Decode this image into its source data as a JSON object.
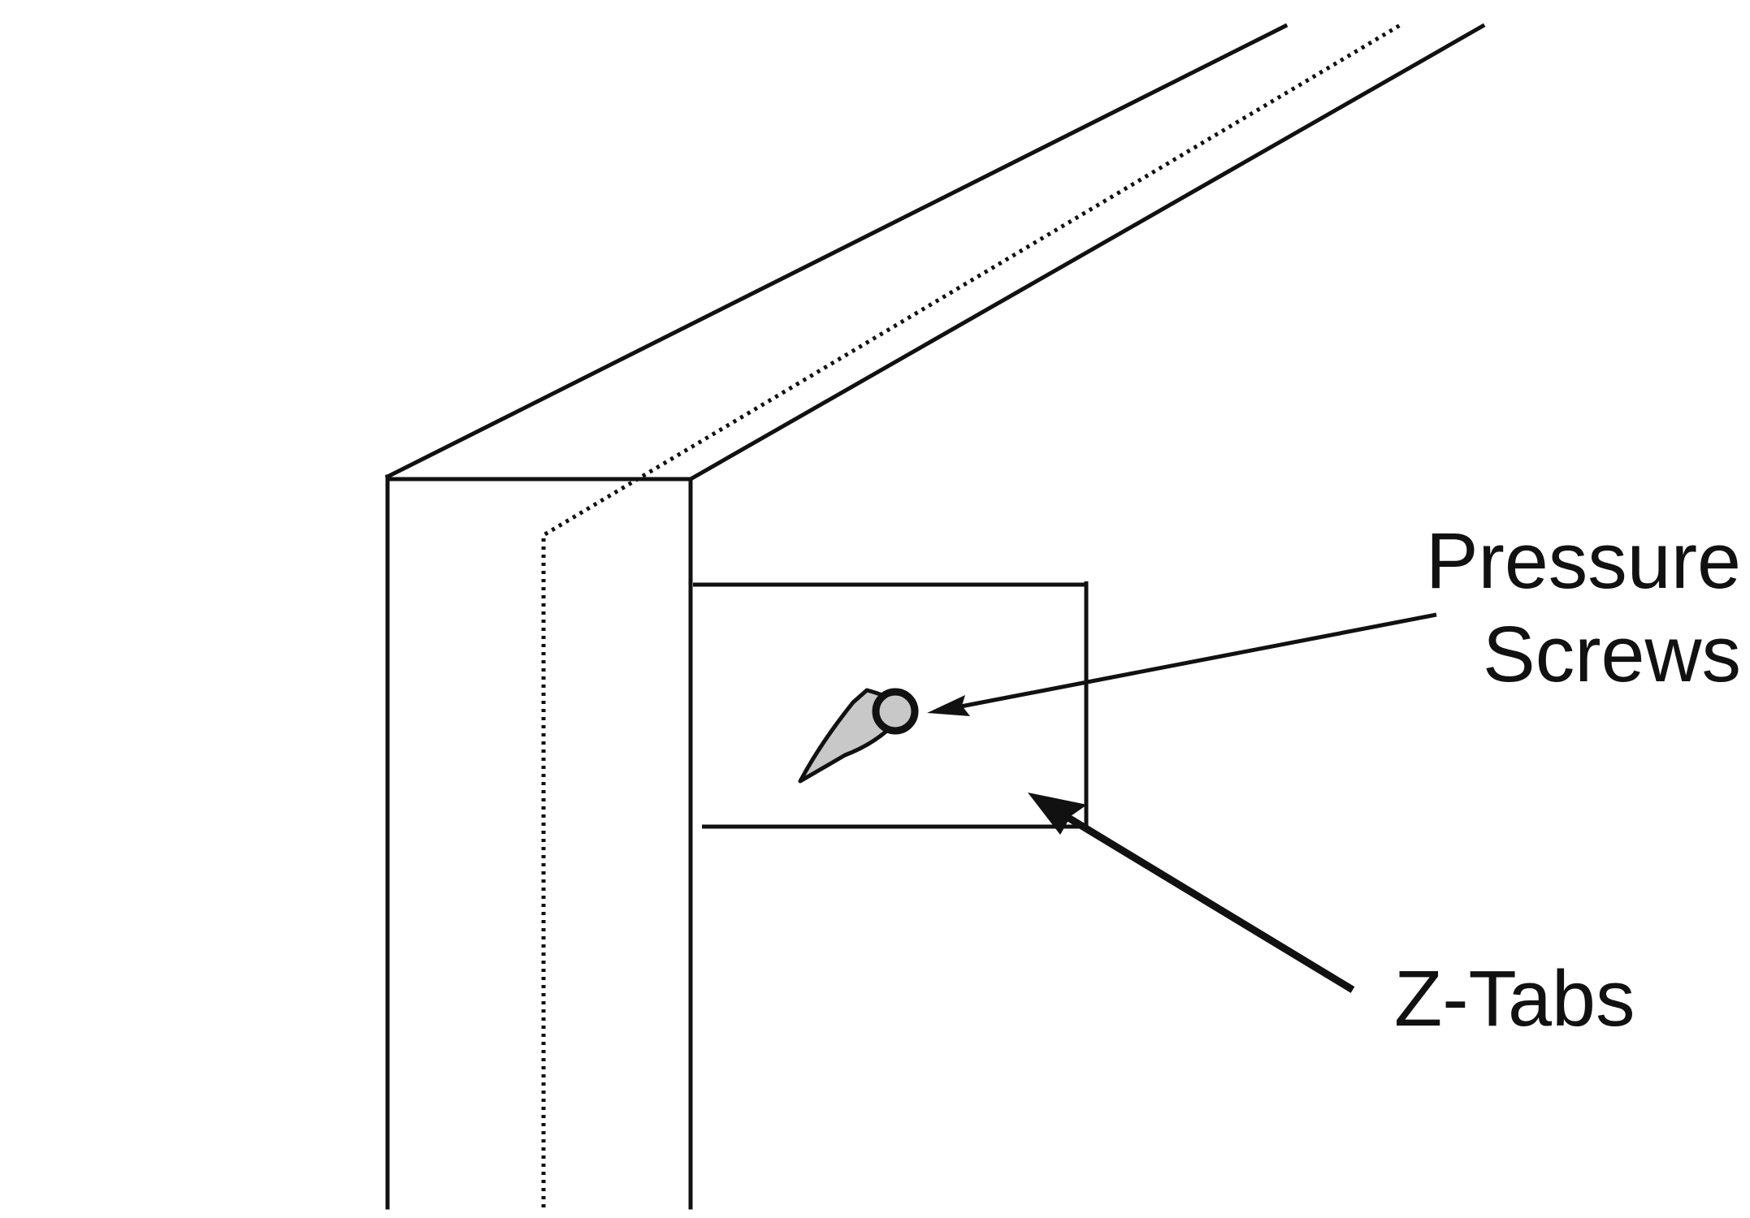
{
  "labels": {
    "pressure_line1": "Pressure",
    "pressure_line2": "Screws",
    "ztabs": "Z-Tabs"
  },
  "colors": {
    "line": "#111111",
    "screw_fill": "#c8c8c8",
    "background": "#ffffff"
  }
}
